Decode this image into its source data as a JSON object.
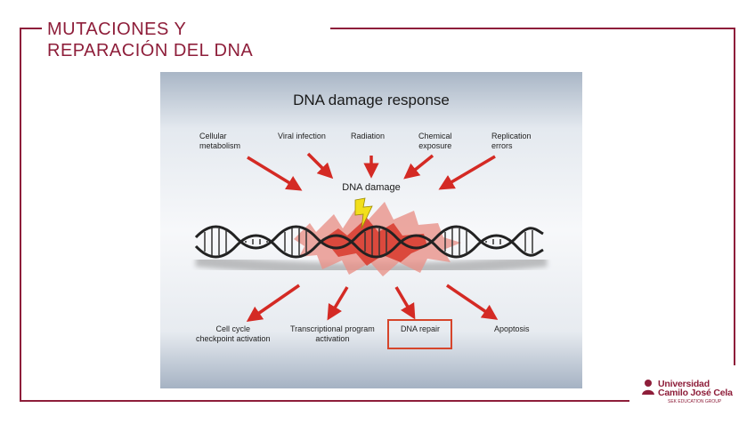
{
  "slide": {
    "title_line1": "MUTACIONES Y",
    "title_line2": "REPARACIÓN DEL DNA"
  },
  "figure": {
    "title": "DNA damage response",
    "causes": [
      {
        "line1": "Cellular",
        "line2": "metabolism"
      },
      {
        "line1": "Viral infection",
        "line2": ""
      },
      {
        "line1": "Radiation",
        "line2": ""
      },
      {
        "line1": "Chemical",
        "line2": "exposure"
      },
      {
        "line1": "Replication",
        "line2": "errors"
      }
    ],
    "center_label": "DNA damage",
    "outcomes": [
      {
        "line1": "Cell cycle",
        "line2": "checkpoint activation"
      },
      {
        "line1": "Transcriptional program",
        "line2": "activation"
      },
      {
        "line1": "DNA repair",
        "line2": ""
      },
      {
        "line1": "Apoptosis",
        "line2": ""
      }
    ],
    "highlighted_outcome": "DNA repair",
    "colors": {
      "arrow": "#d42a24",
      "highlight_box": "#d6452b",
      "lightning": "#f2df1c"
    }
  },
  "logo": {
    "line1": "Universidad",
    "line2": "Camilo José Cela",
    "line3": "SEK EDUCATION GROUP",
    "color": "#8e1e3a"
  },
  "theme": {
    "accent": "#8e1e3a"
  }
}
